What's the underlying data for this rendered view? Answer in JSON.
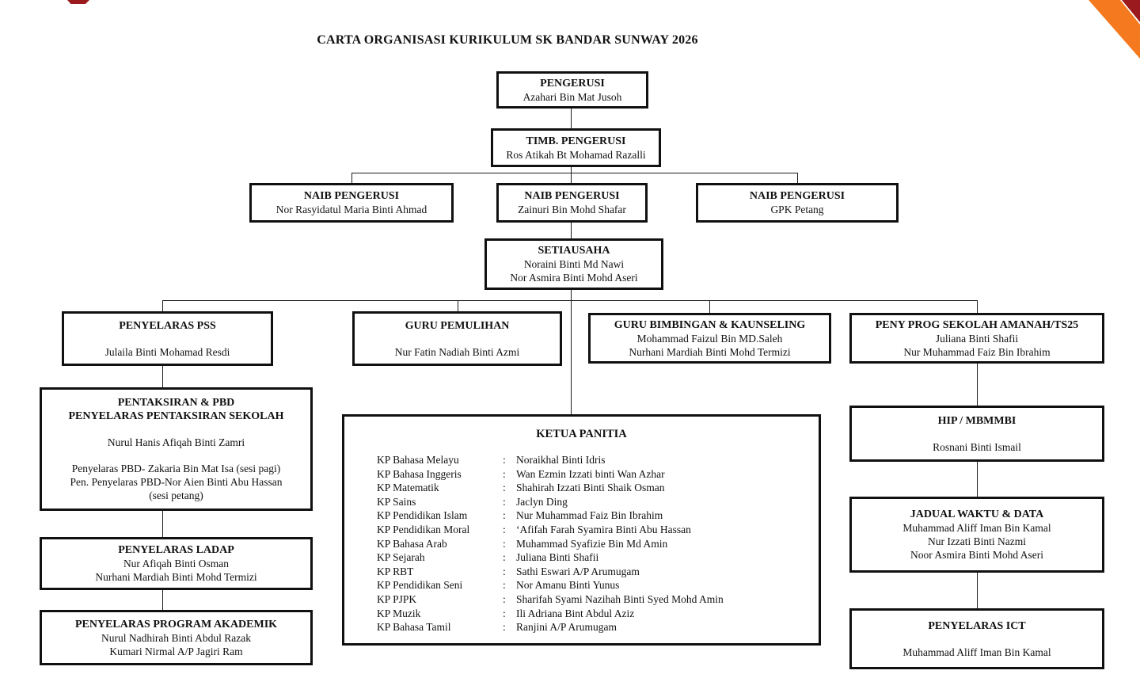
{
  "page_title": "CARTA ORGANISASI KURIKULUM SK BANDAR SUNWAY 2026",
  "decorations": {
    "orange": "#F4791F",
    "dark_red": "#9A1A1E"
  },
  "org": {
    "pengerusi": {
      "title": "PENGERUSI",
      "names": [
        "Azahari Bin Mat Jusoh"
      ]
    },
    "timb_pengerusi": {
      "title": "TIMB. PENGERUSI",
      "names": [
        "Ros Atikah Bt Mohamad Razalli"
      ]
    },
    "naib_1": {
      "title": "NAIB PENGERUSI",
      "names": [
        "Nor Rasyidatul Maria Binti Ahmad"
      ]
    },
    "naib_2": {
      "title": "NAIB PENGERUSI",
      "names": [
        "Zainuri Bin Mohd Shafar"
      ]
    },
    "naib_3": {
      "title": "NAIB PENGERUSI",
      "names": [
        "GPK Petang"
      ]
    },
    "setiausaha": {
      "title": "SETIAUSAHA",
      "names": [
        "Noraini Binti Md Nawi",
        "Nor Asmira Binti Mohd Aseri"
      ]
    },
    "penyelaras_pss": {
      "title": "PENYELARAS PSS",
      "names": [
        "Julaila Binti Mohamad Resdi"
      ]
    },
    "guru_pemulihan": {
      "title": "GURU PEMULIHAN",
      "names": [
        "Nur Fatin Nadiah Binti Azmi"
      ]
    },
    "guru_bimbingan": {
      "title": "GURU BIMBINGAN & KAUNSELING",
      "names": [
        "Mohammad Faizul Bin MD.Saleh",
        "Nurhani Mardiah Binti Mohd Termizi"
      ]
    },
    "peny_prog": {
      "title": "PENY PROG SEKOLAH AMANAH/TS25",
      "names": [
        "Juliana Binti Shafii",
        "Nur Muhammad Faiz Bin Ibrahim"
      ]
    },
    "pentaksiran": {
      "title_lines": [
        "PENTAKSIRAN & PBD",
        "PENYELARAS PENTAKSIRAN SEKOLAH"
      ],
      "names": [
        "Nurul Hanis Afiqah Binti Zamri"
      ],
      "extra": [
        "Penyelaras PBD- Zakaria Bin Mat Isa (sesi pagi)",
        "Pen. Penyelaras PBD-Nor Aien Binti Abu Hassan",
        "(sesi petang)"
      ]
    },
    "ladap": {
      "title": "PENYELARAS LADAP",
      "names": [
        "Nur Afiqah Binti Osman",
        "Nurhani Mardiah Binti Mohd Termizi"
      ]
    },
    "program_akademik": {
      "title": "PENYELARAS PROGRAM AKADEMIK",
      "names": [
        "Nurul Nadhirah Binti Abdul Razak",
        "Kumari Nirmal A/P Jagiri Ram"
      ]
    },
    "hip": {
      "title": "HIP / MBMMBI",
      "names": [
        "Rosnani Binti Ismail"
      ]
    },
    "jadual": {
      "title": "JADUAL WAKTU & DATA",
      "names": [
        "Muhammad Aliff Iman Bin Kamal",
        "Nur Izzati Binti Nazmi",
        "Noor Asmira Binti Mohd Aseri"
      ]
    },
    "ict": {
      "title": "PENYELARAS ICT",
      "names": [
        "Muhammad Aliff Iman Bin Kamal"
      ]
    }
  },
  "ketua_panitia": {
    "title": "KETUA PANITIA",
    "separator": ":",
    "rows": [
      {
        "role": "KP Bahasa Melayu",
        "name": "Noraikhal Binti Idris"
      },
      {
        "role": "KP Bahasa Inggeris",
        "name": "Wan Ezmin Izzati binti Wan Azhar"
      },
      {
        "role": "KP Matematik",
        "name": "Shahirah Izzati Binti Shaik Osman"
      },
      {
        "role": "KP Sains",
        "name": "Jaclyn Ding"
      },
      {
        "role": "KP Pendidikan Islam",
        "name": "Nur Muhammad Faiz Bin Ibrahim"
      },
      {
        "role": "KP Pendidikan Moral",
        "name": "‘Afifah Farah Syamira Binti Abu Hassan"
      },
      {
        "role": "KP Bahasa Arab",
        "name": "Muhammad Syafizie Bin Md Amin"
      },
      {
        "role": "KP Sejarah",
        "name": "Juliana Binti Shafii"
      },
      {
        "role": "KP RBT",
        "name": "Sathi Eswari A/P Arumugam"
      },
      {
        "role": "KP Pendidikan Seni",
        "name": "Nor Amanu Binti Yunus"
      },
      {
        "role": "KP PJPK",
        "name": "Sharifah Syami Nazihah Binti Syed Mohd Amin"
      },
      {
        "role": "KP Muzik",
        "name": "Ili Adriana Bint Abdul Aziz"
      },
      {
        "role": "KP Bahasa Tamil",
        "name": "Ranjini A/P Arumugam"
      }
    ]
  }
}
